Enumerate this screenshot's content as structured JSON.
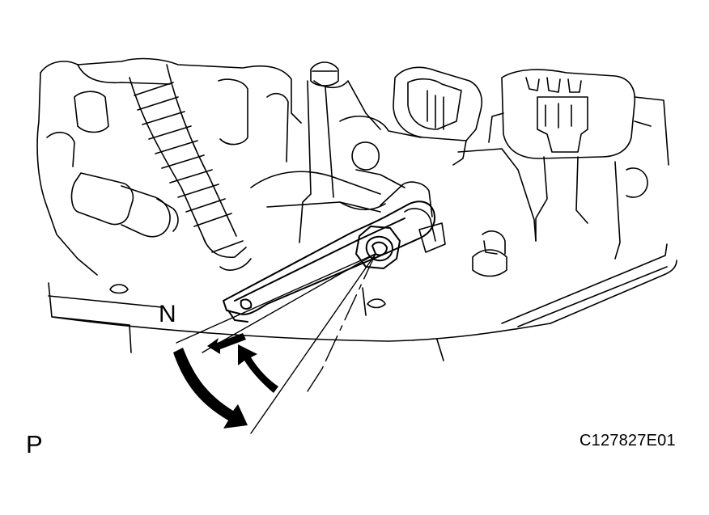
{
  "labels": {
    "position_n": "N",
    "position_p": "P",
    "figure_code": "C127827E01"
  },
  "colors": {
    "line": "#000000",
    "background": "#ffffff"
  },
  "icons": {
    "rotation_arrow": "curved-arrow-icon",
    "small_arrows": "arrow-icon"
  }
}
